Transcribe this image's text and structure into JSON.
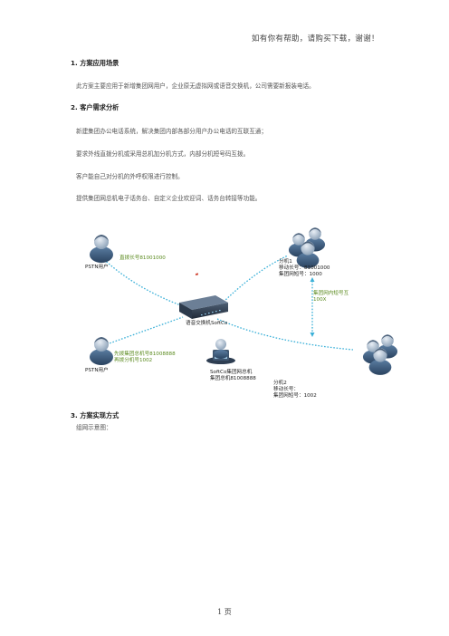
{
  "header_note": "如有你有帮助，请购买下载，谢谢！",
  "section1": {
    "heading": "1.  方案应用场景",
    "body": "此方案主要应用于新增集团网用户，企业原无虚拟网或语音交换机，公司需要新报装电话。"
  },
  "section2": {
    "heading": "2.  客户需求分析",
    "paragraphs": [
      "新建集团办公电话系统，解决集团内部各部分用户办公电话的互联互通；",
      "要求外线直拨分机或采用总机加分机方式，内部分机短号码互拨。",
      "客户能自己对分机的外呼权限进行控制。",
      "提供集团网总机电子话务台、自定义企业欢迎词、话务台转接等功能。"
    ]
  },
  "diagram": {
    "pstn_user_1": "PSTN用户",
    "pstn_user_2": "PSTN用户",
    "direct_line_label": "直拨长号81001000",
    "pilot_label_line1": "先拨集团总机号81008888",
    "pilot_label_line2": "再拨分机号1002",
    "switch_label": "语音交换机SoftCo",
    "operator_line1": "SoftCo集团网总机",
    "operator_line2": "集团总机81008888",
    "ext1_line1": "分机1",
    "ext1_line2": "移动长号：81001000",
    "ext1_line3": "集团网短号：1000",
    "ext2_line1": "分机2",
    "ext2_line2": "移动长号：",
    "ext2_line3": "集团网短号：1002",
    "short_dial_line1": "集团网内短号互",
    "short_dial_line2": "100X",
    "colors": {
      "link": "#3ab0d8",
      "label_green": "#5a8a1e",
      "person_body": "#3d5a7a",
      "person_head": "#b8c8d8"
    }
  },
  "section3": {
    "heading": "3.  方案实现方式",
    "sub": "组网示意图："
  },
  "page_number": "1 页"
}
